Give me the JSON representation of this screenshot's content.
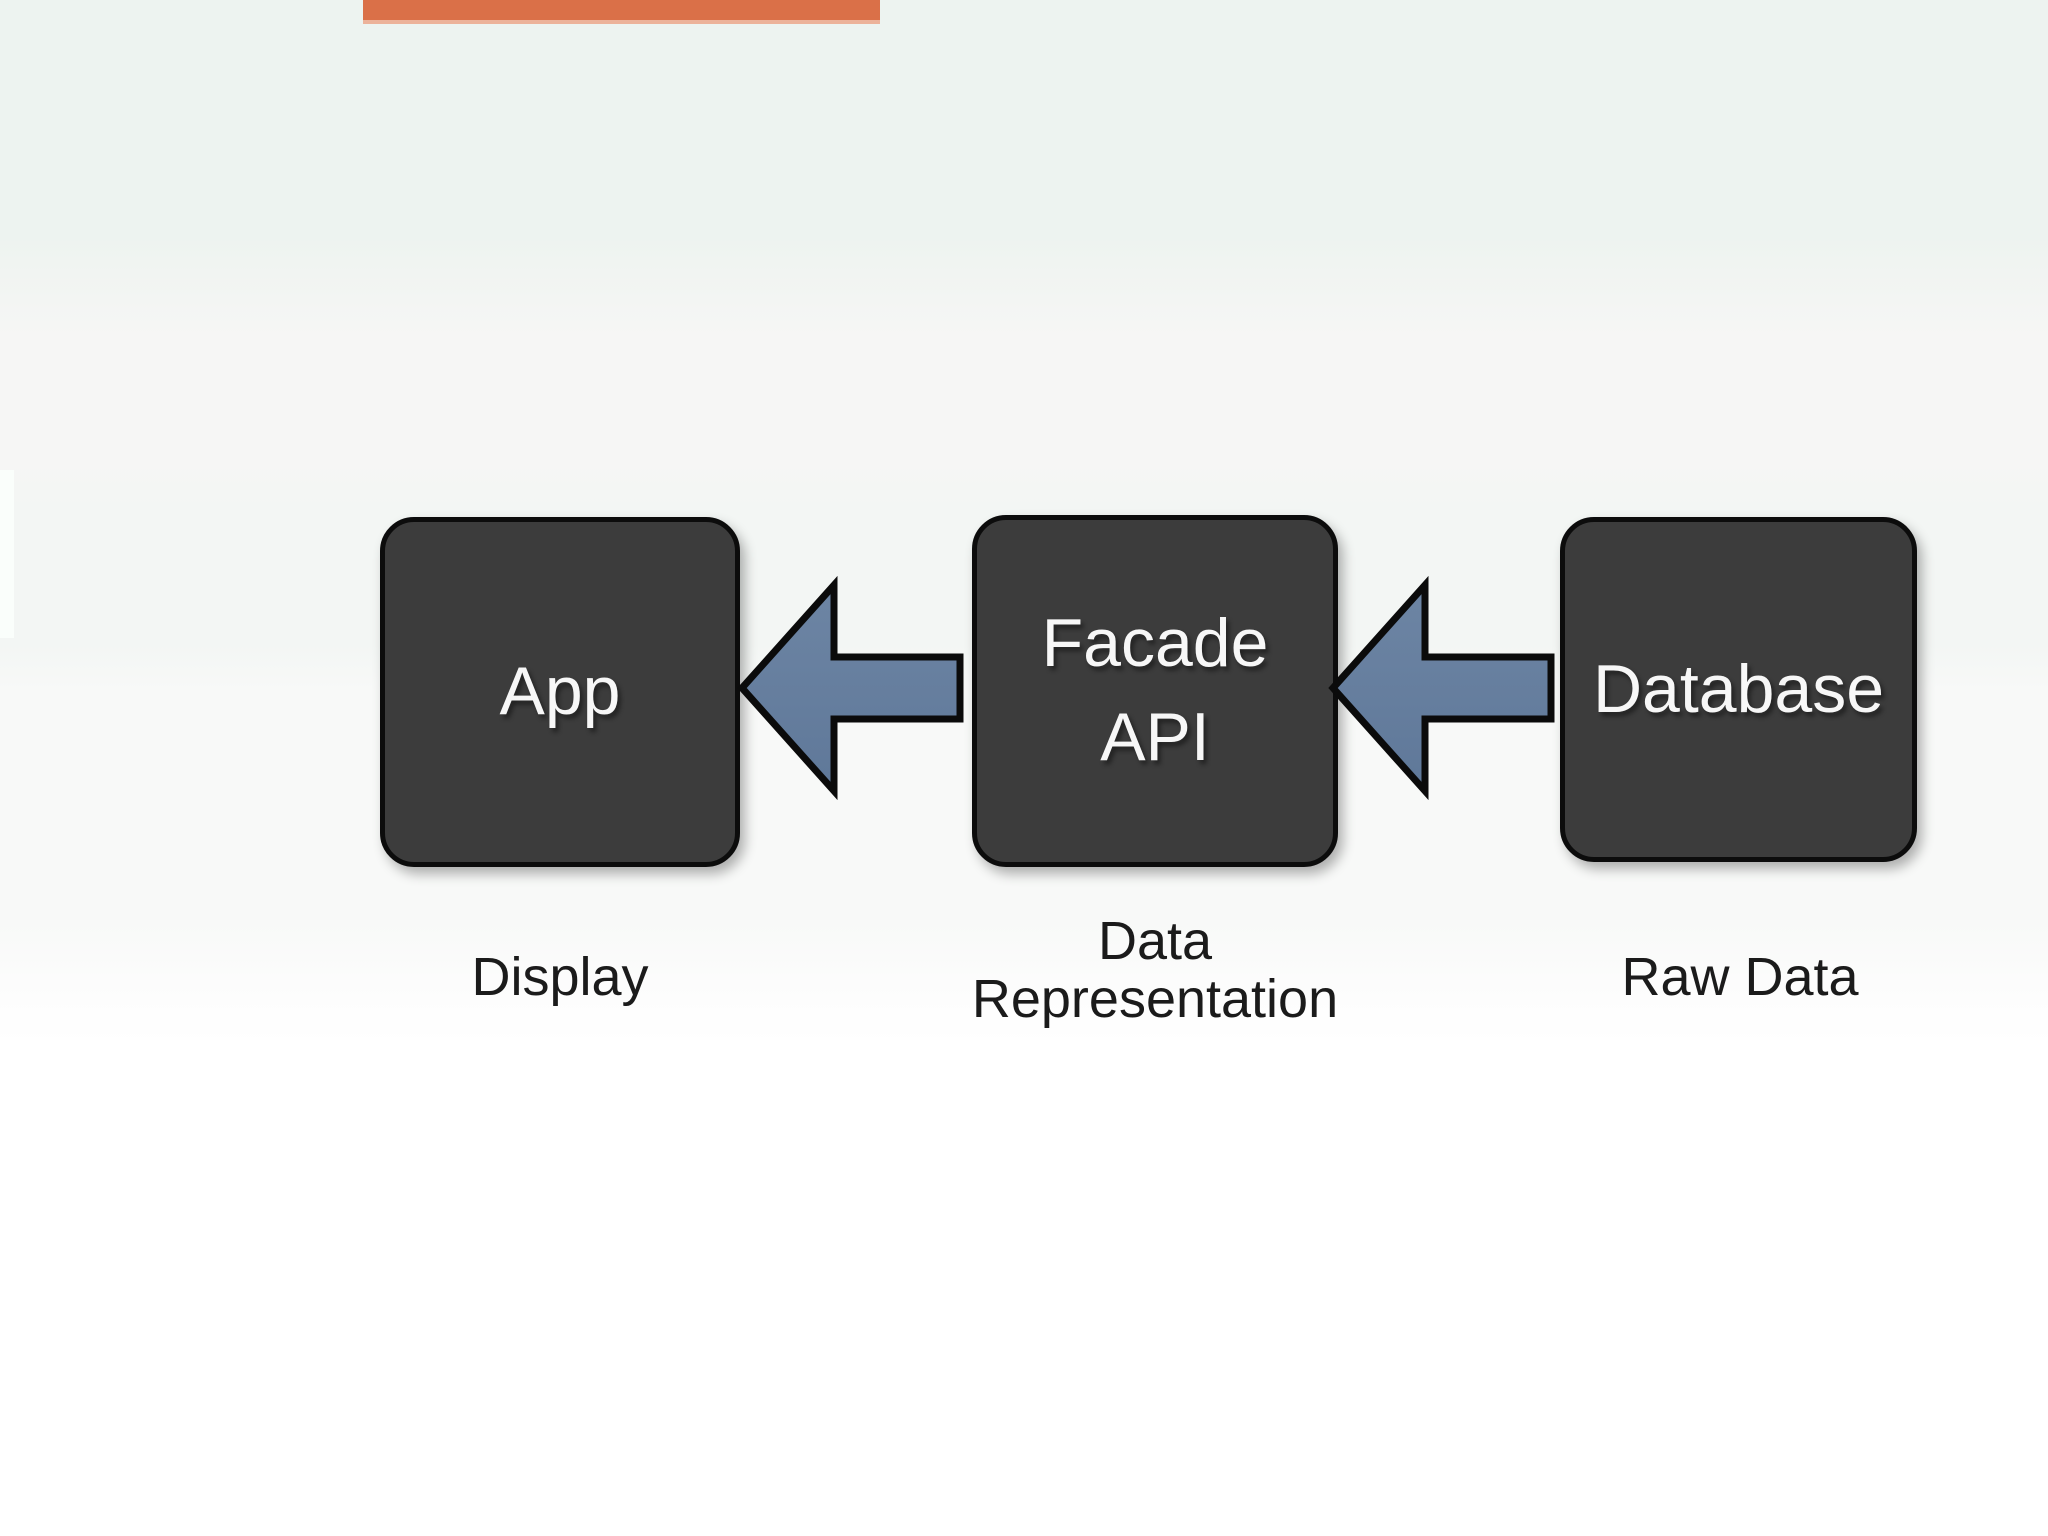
{
  "slide": {
    "accent_bar": {
      "color": "#da7048",
      "underline_color": "#ecb29a"
    },
    "background": {
      "top_tint": "#edf3f0",
      "bottom": "#ffffff"
    },
    "diagram": {
      "nodes": [
        {
          "label": "App",
          "caption": "Display"
        },
        {
          "label": "Facade API",
          "caption": "Data Representation"
        },
        {
          "label": "Database",
          "caption": "Raw Data"
        }
      ],
      "arrows": [
        {
          "name": "facade-to-app",
          "direction": "left",
          "from": "Facade API",
          "to": "App"
        },
        {
          "name": "database-to-facade",
          "direction": "left",
          "from": "Database",
          "to": "Facade API"
        }
      ],
      "colors": {
        "node_fill": "#3c3c3c",
        "node_border": "#0c0c0c",
        "node_text": "#f7f7f7",
        "arrow_fill": "#66809f",
        "arrow_outline": "#0b0b0b",
        "caption_text": "#1b1b1b"
      }
    }
  }
}
